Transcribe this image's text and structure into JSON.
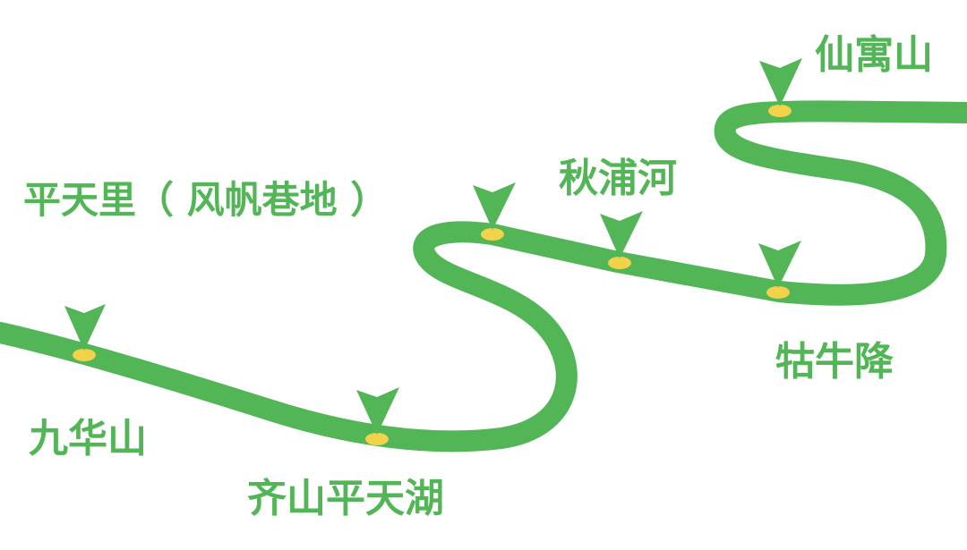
{
  "colors": {
    "route": "#52b556",
    "marker": "#52b556",
    "marker_base": "#f2d14b",
    "label": "#52b556"
  },
  "stops": [
    {
      "id": "jiuhua-shan",
      "label": "九华山",
      "marker_icon": "location-pin-icon"
    },
    {
      "id": "qishan-pingtianhu",
      "label": "齐山平天湖",
      "marker_icon": "location-pin-icon"
    },
    {
      "id": "pingtianli",
      "label": "平天里（ 风帆巷地 ）",
      "marker_icon": "location-pin-icon"
    },
    {
      "id": "qiupu-he",
      "label": "秋浦河",
      "marker_icon": "location-pin-icon"
    },
    {
      "id": "guniu-jiang",
      "label": "牯牛降",
      "marker_icon": "location-pin-icon"
    },
    {
      "id": "xianyu-shan",
      "label": "仙寓山",
      "marker_icon": "location-pin-icon"
    }
  ]
}
